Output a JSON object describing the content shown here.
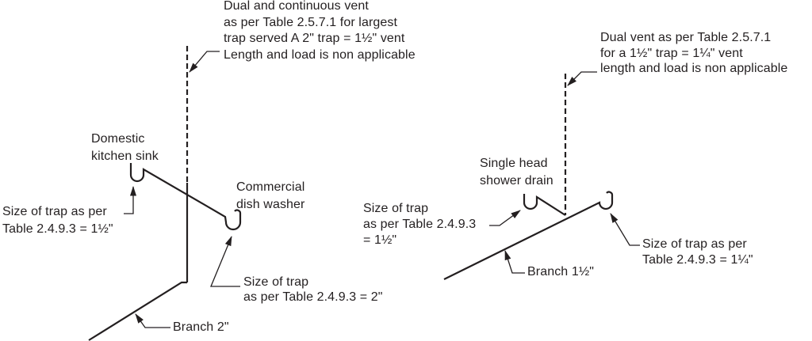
{
  "colors": {
    "line": "#231f20",
    "text": "#231f20",
    "background": "#ffffff"
  },
  "left_diagram": {
    "vent_note": {
      "line1": "Dual and continuous vent",
      "line2": "as per Table 2.5.7.1 for largest",
      "line3": "trap served A 2\" trap = 1½\" vent",
      "line4": "Length and load is non applicable"
    },
    "sink_label": {
      "line1": "Domestic",
      "line2": "kitchen sink"
    },
    "dishwasher_label": {
      "line1": "Commercial",
      "line2": "dish washer"
    },
    "sink_trap_note": {
      "line1": "Size of trap as per",
      "line2": "Table 2.4.9.3 = 1½\""
    },
    "dishwasher_trap_note": {
      "line1": "Size of trap",
      "line2": "as per Table 2.4.9.3 = 2\""
    },
    "branch_label": "Branch 2\""
  },
  "right_diagram": {
    "vent_note": {
      "line1": "Dual vent as per Table 2.5.7.1",
      "line2": "for a 1½\" trap = 1¼\" vent",
      "line3": "length and load is non applicable"
    },
    "shower_label": {
      "line1": "Single head",
      "line2": "shower drain"
    },
    "shower_trap_note": {
      "line1": "Size of trap",
      "line2": "as per Table 2.4.9.3",
      "line3": "= 1½\""
    },
    "end_trap_note": {
      "line1": "Size of trap as per",
      "line2": "Table 2.4.9.3 = 1¼\""
    },
    "branch_label": "Branch 1½\""
  }
}
